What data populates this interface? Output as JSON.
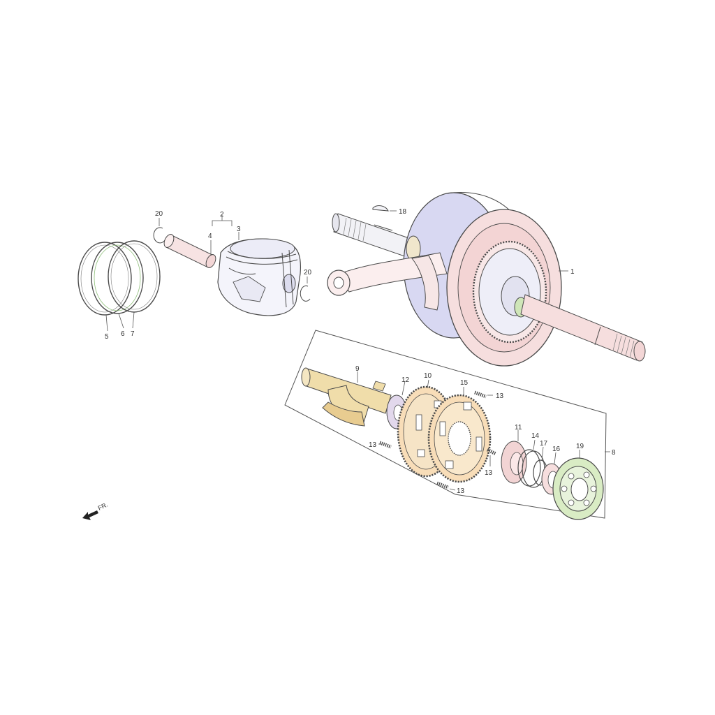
{
  "diagram": {
    "front_label": "FR.",
    "callouts": {
      "c1": "1",
      "c2": "2",
      "c3": "3",
      "c4": "4",
      "c5": "5",
      "c6": "6",
      "c7": "7",
      "c8": "8",
      "c9": "9",
      "c10": "10",
      "c11": "11",
      "c12": "12",
      "c13a": "13",
      "c13b": "13",
      "c13c": "13",
      "c13d": "13",
      "c14": "14",
      "c15": "15",
      "c16": "16",
      "c17": "17",
      "c18": "18",
      "c19": "19",
      "c20a": "20",
      "c20b": "20"
    }
  },
  "colors": {
    "flywheel_blue": "#d8d8f2",
    "flywheel_pink": "#f6dede",
    "gear_orange": "#f8ddb8",
    "bearing_green": "#d9ecc4",
    "ring_pink": "#f2d4d4",
    "washer_lavender": "#e2d8ec",
    "weight_tan": "#f0ddaa"
  }
}
